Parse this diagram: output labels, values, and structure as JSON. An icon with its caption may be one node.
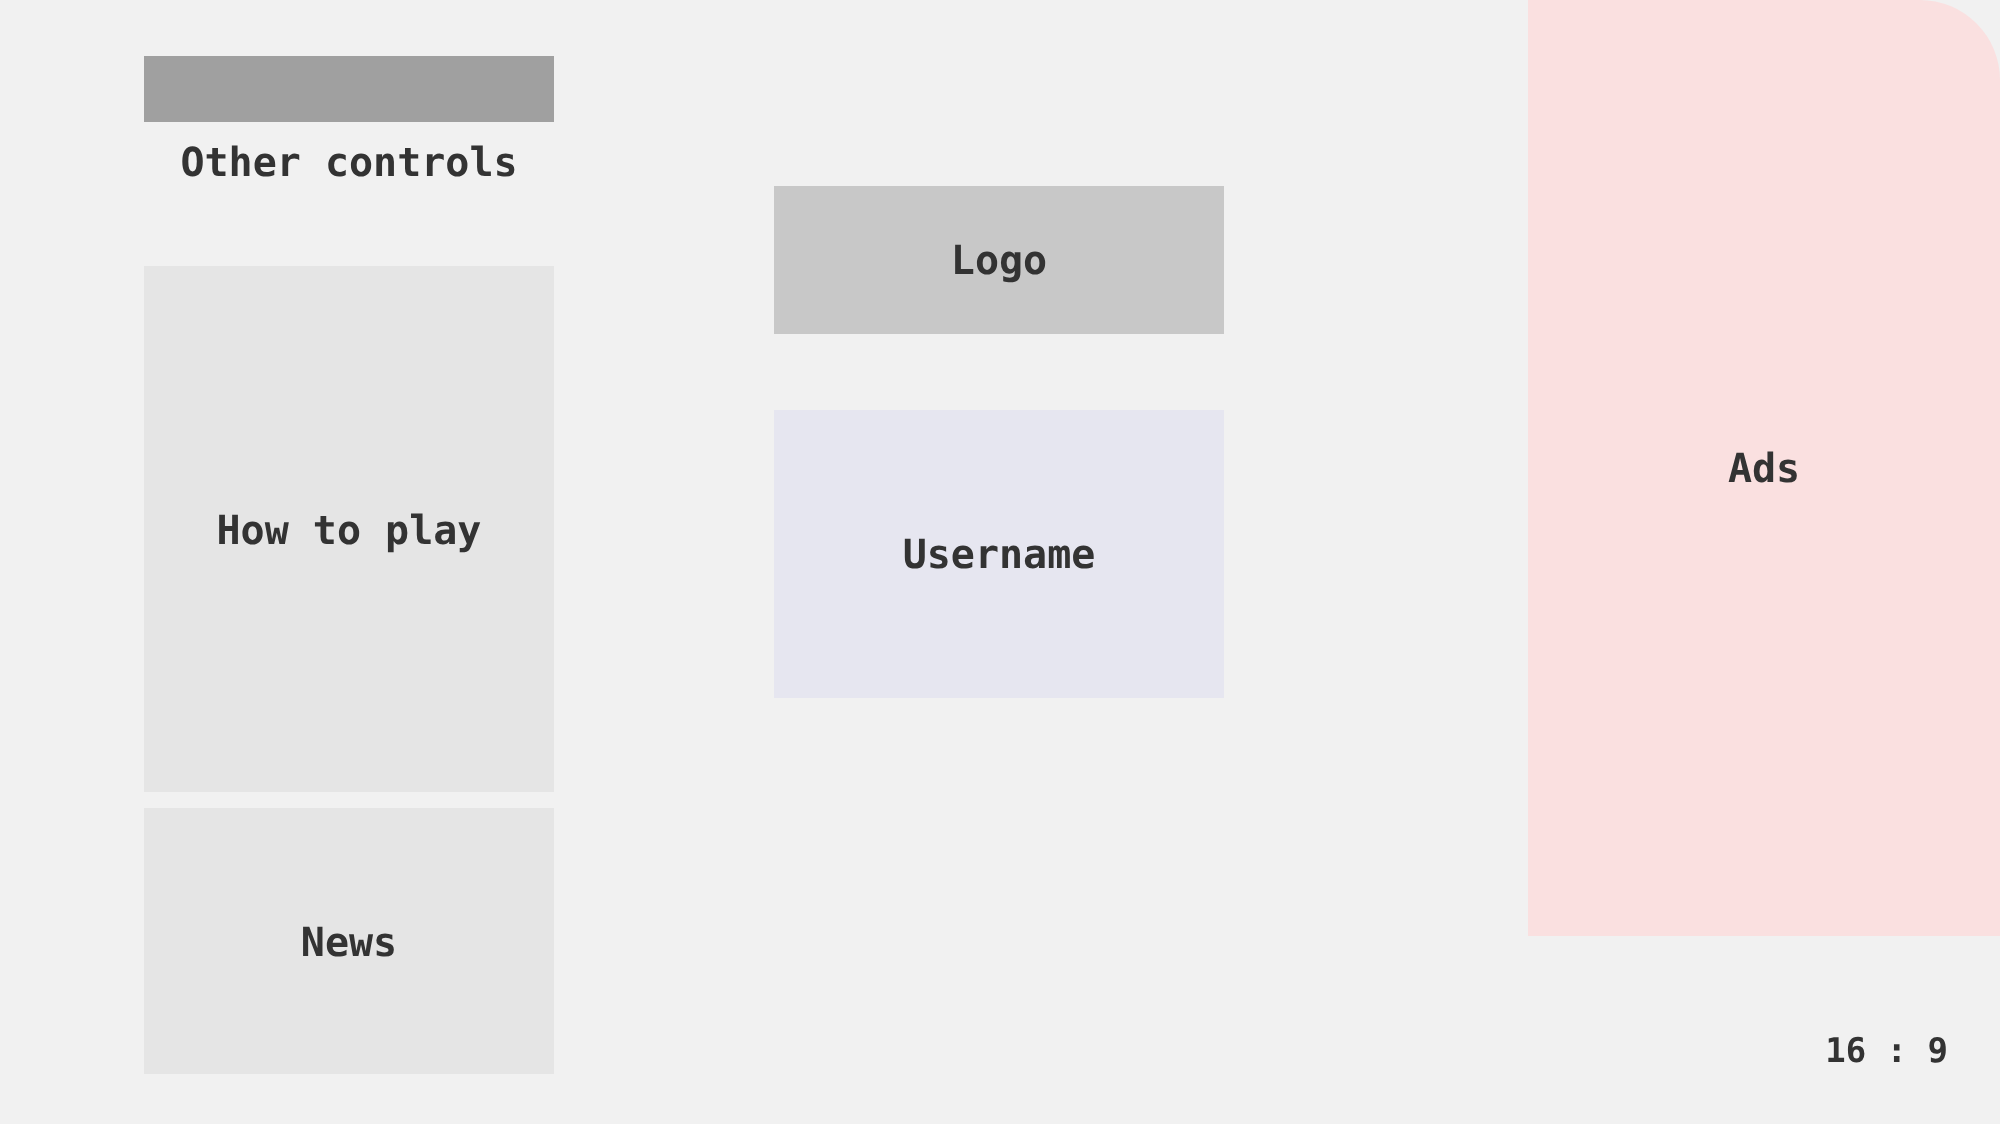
{
  "diagram": {
    "nodes": [
      {
        "text": [
          "Other controls"
        ]
      },
      {
        "text": [
          "How to play"
        ]
      },
      {
        "text": [
          "News"
        ]
      },
      {
        "text": [
          "Logo"
        ]
      },
      {
        "text": [
          "Username"
        ]
      },
      {
        "text": [
          "Ads"
        ]
      }
    ],
    "labels": [
      "16 : 9"
    ]
  }
}
